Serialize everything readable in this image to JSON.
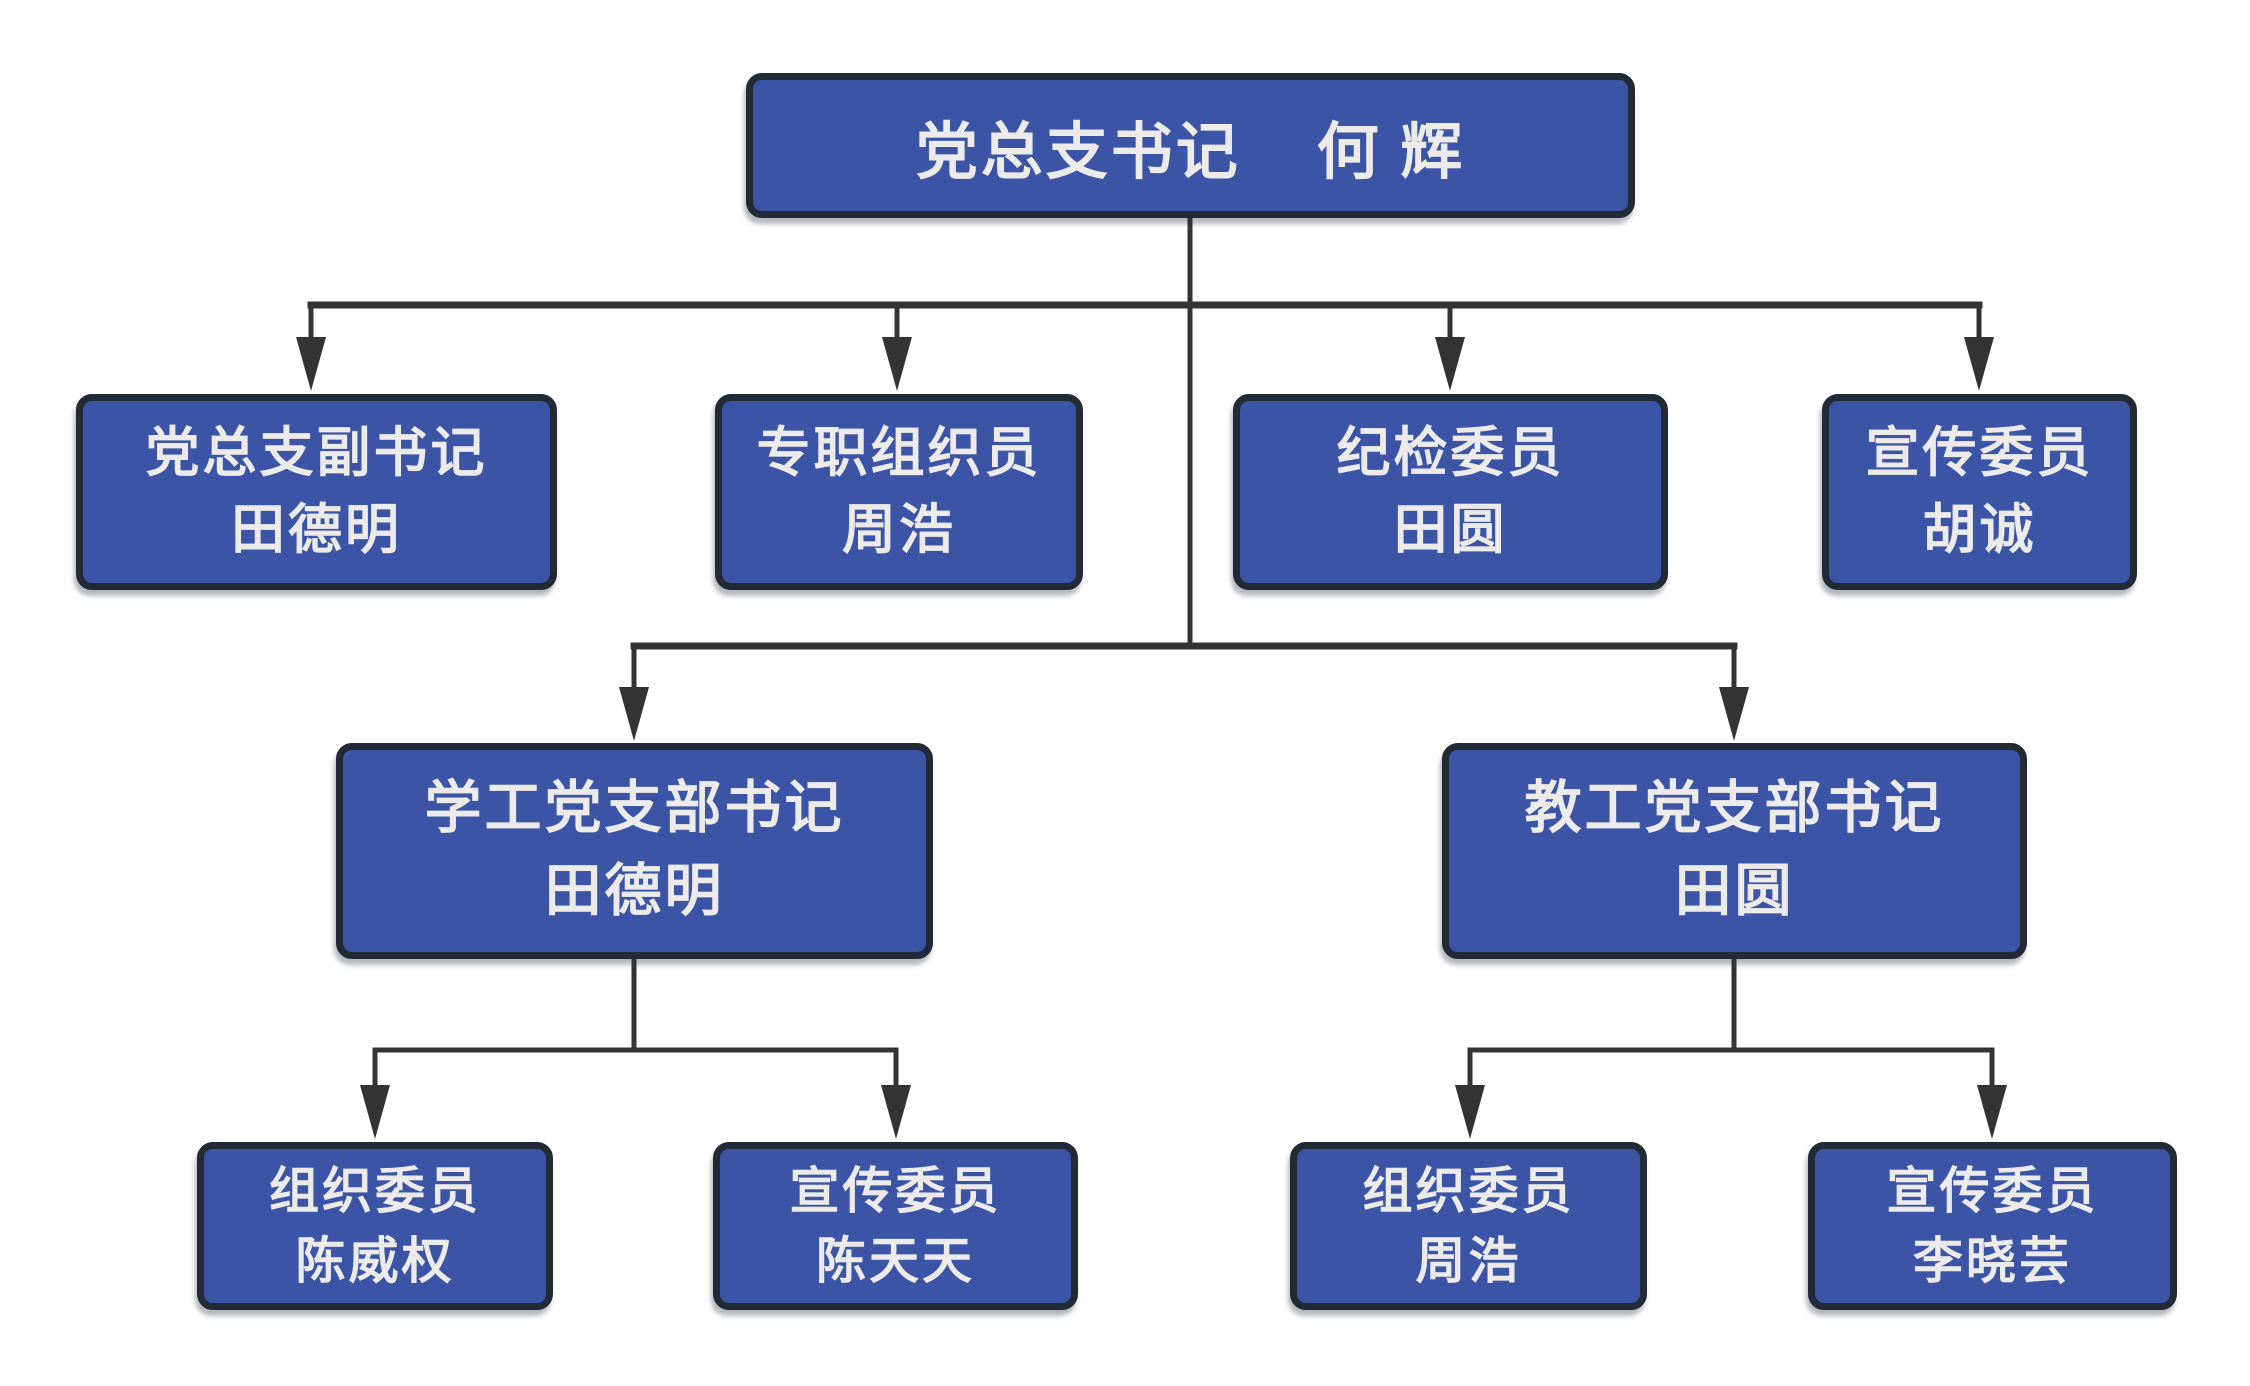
{
  "colors": {
    "background": "#FFFFFF",
    "node_fill": "#3B54A5",
    "node_border": "#222A35",
    "node_text": "#EDEBE9",
    "connector": "#333333"
  },
  "nodes": [
    {
      "id": "general-branch-secretary",
      "title": "党总支书记",
      "name": "何 辉"
    },
    {
      "id": "general-branch-deputy-secretary",
      "title": "党总支副书记",
      "name": "田德明"
    },
    {
      "id": "full-time-organizer",
      "title": "专职组织员",
      "name": "周浩"
    },
    {
      "id": "discipline-inspection-member",
      "title": "纪检委员",
      "name": "田圆"
    },
    {
      "id": "publicity-member",
      "title": "宣传委员",
      "name": "胡诚"
    },
    {
      "id": "student-branch-secretary",
      "title": "学工党支部书记",
      "name": "田德明"
    },
    {
      "id": "faculty-branch-secretary",
      "title": "教工党支部书记",
      "name": "田圆"
    },
    {
      "id": "student-organization-member",
      "title": "组织委员",
      "name": "陈威权"
    },
    {
      "id": "student-publicity-member",
      "title": "宣传委员",
      "name": "陈天天"
    },
    {
      "id": "faculty-organization-member",
      "title": "组织委员",
      "name": "周浩"
    },
    {
      "id": "faculty-publicity-member",
      "title": "宣传委员",
      "name": "李晓芸"
    }
  ],
  "edges": [
    {
      "from": "general-branch-secretary",
      "to": "general-branch-deputy-secretary"
    },
    {
      "from": "general-branch-secretary",
      "to": "full-time-organizer"
    },
    {
      "from": "general-branch-secretary",
      "to": "discipline-inspection-member"
    },
    {
      "from": "general-branch-secretary",
      "to": "publicity-member"
    },
    {
      "from": "general-branch-secretary",
      "to": "student-branch-secretary"
    },
    {
      "from": "general-branch-secretary",
      "to": "faculty-branch-secretary"
    },
    {
      "from": "student-branch-secretary",
      "to": "student-organization-member"
    },
    {
      "from": "student-branch-secretary",
      "to": "student-publicity-member"
    },
    {
      "from": "faculty-branch-secretary",
      "to": "faculty-organization-member"
    },
    {
      "from": "faculty-branch-secretary",
      "to": "faculty-publicity-member"
    }
  ]
}
